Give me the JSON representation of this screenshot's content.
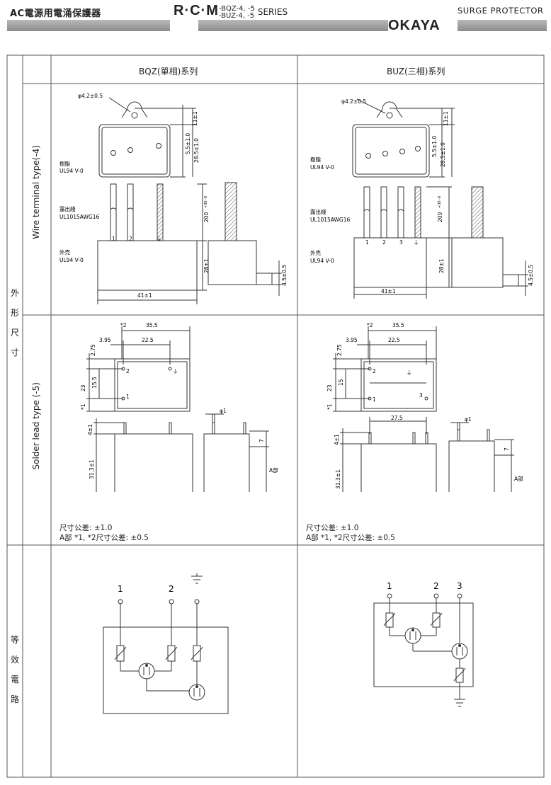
{
  "header": {
    "left_title": "AC電源用電涌保護器",
    "series_prefix": "R·C·M",
    "series_models_1": "-BQZ-4, -5",
    "series_models_2": "-BUZ-4, -5",
    "series_suffix": "SERIES",
    "brand": "OKAYA",
    "category": "SURGE PROTECTOR"
  },
  "table": {
    "col_bqz": "BQZ(單相)系列",
    "col_buz": "BUZ(三相)系列",
    "row_outline": [
      "外",
      "形",
      "尺",
      "寸"
    ],
    "row_circuit": [
      "等",
      "效",
      "電",
      "路"
    ],
    "wire_type": "Wire terminal type(-4)",
    "solder_type": "Solder lead type (-5)"
  },
  "wire": {
    "hole": "φ4.2±0.5",
    "dim_11": "11±1",
    "dim_55": "5.5±1.0",
    "dim_285": "28.5±1.0",
    "resin": "樹脂",
    "resin_grade": "UL94 V-0",
    "lead": "露出綫",
    "lead_grade": "UL1015AWG16",
    "dim_200": "200",
    "dim_200_tol": "+30 -0",
    "case": "外壳",
    "case_grade": "UL94 V-0",
    "dim_28": "28±1",
    "dim_45": "4.5±0.5",
    "dim_41": "41±1",
    "pin1": "1",
    "pin2": "2",
    "pin3": "3"
  },
  "solder": {
    "star2": "*2",
    "dim_355": "35.5",
    "dim_395": "3.95",
    "dim_225": "22.5",
    "dim_275": "2.75",
    "dim_23": "23",
    "dim_155": "15.5",
    "dim_15": "15",
    "star1": "*1",
    "dim_phi1": "φ1",
    "dim_4": "4±1",
    "dim_7": "7",
    "dim_313": "31.3±1",
    "a_part": "A部",
    "dim_275b": "27.5",
    "tol_1": "尺寸公差: ±1.0",
    "tol_2": "A部 *1, *2尺寸公差: ±0.5"
  },
  "circuit": {
    "t1": "1",
    "t2": "2",
    "t3": "3"
  }
}
